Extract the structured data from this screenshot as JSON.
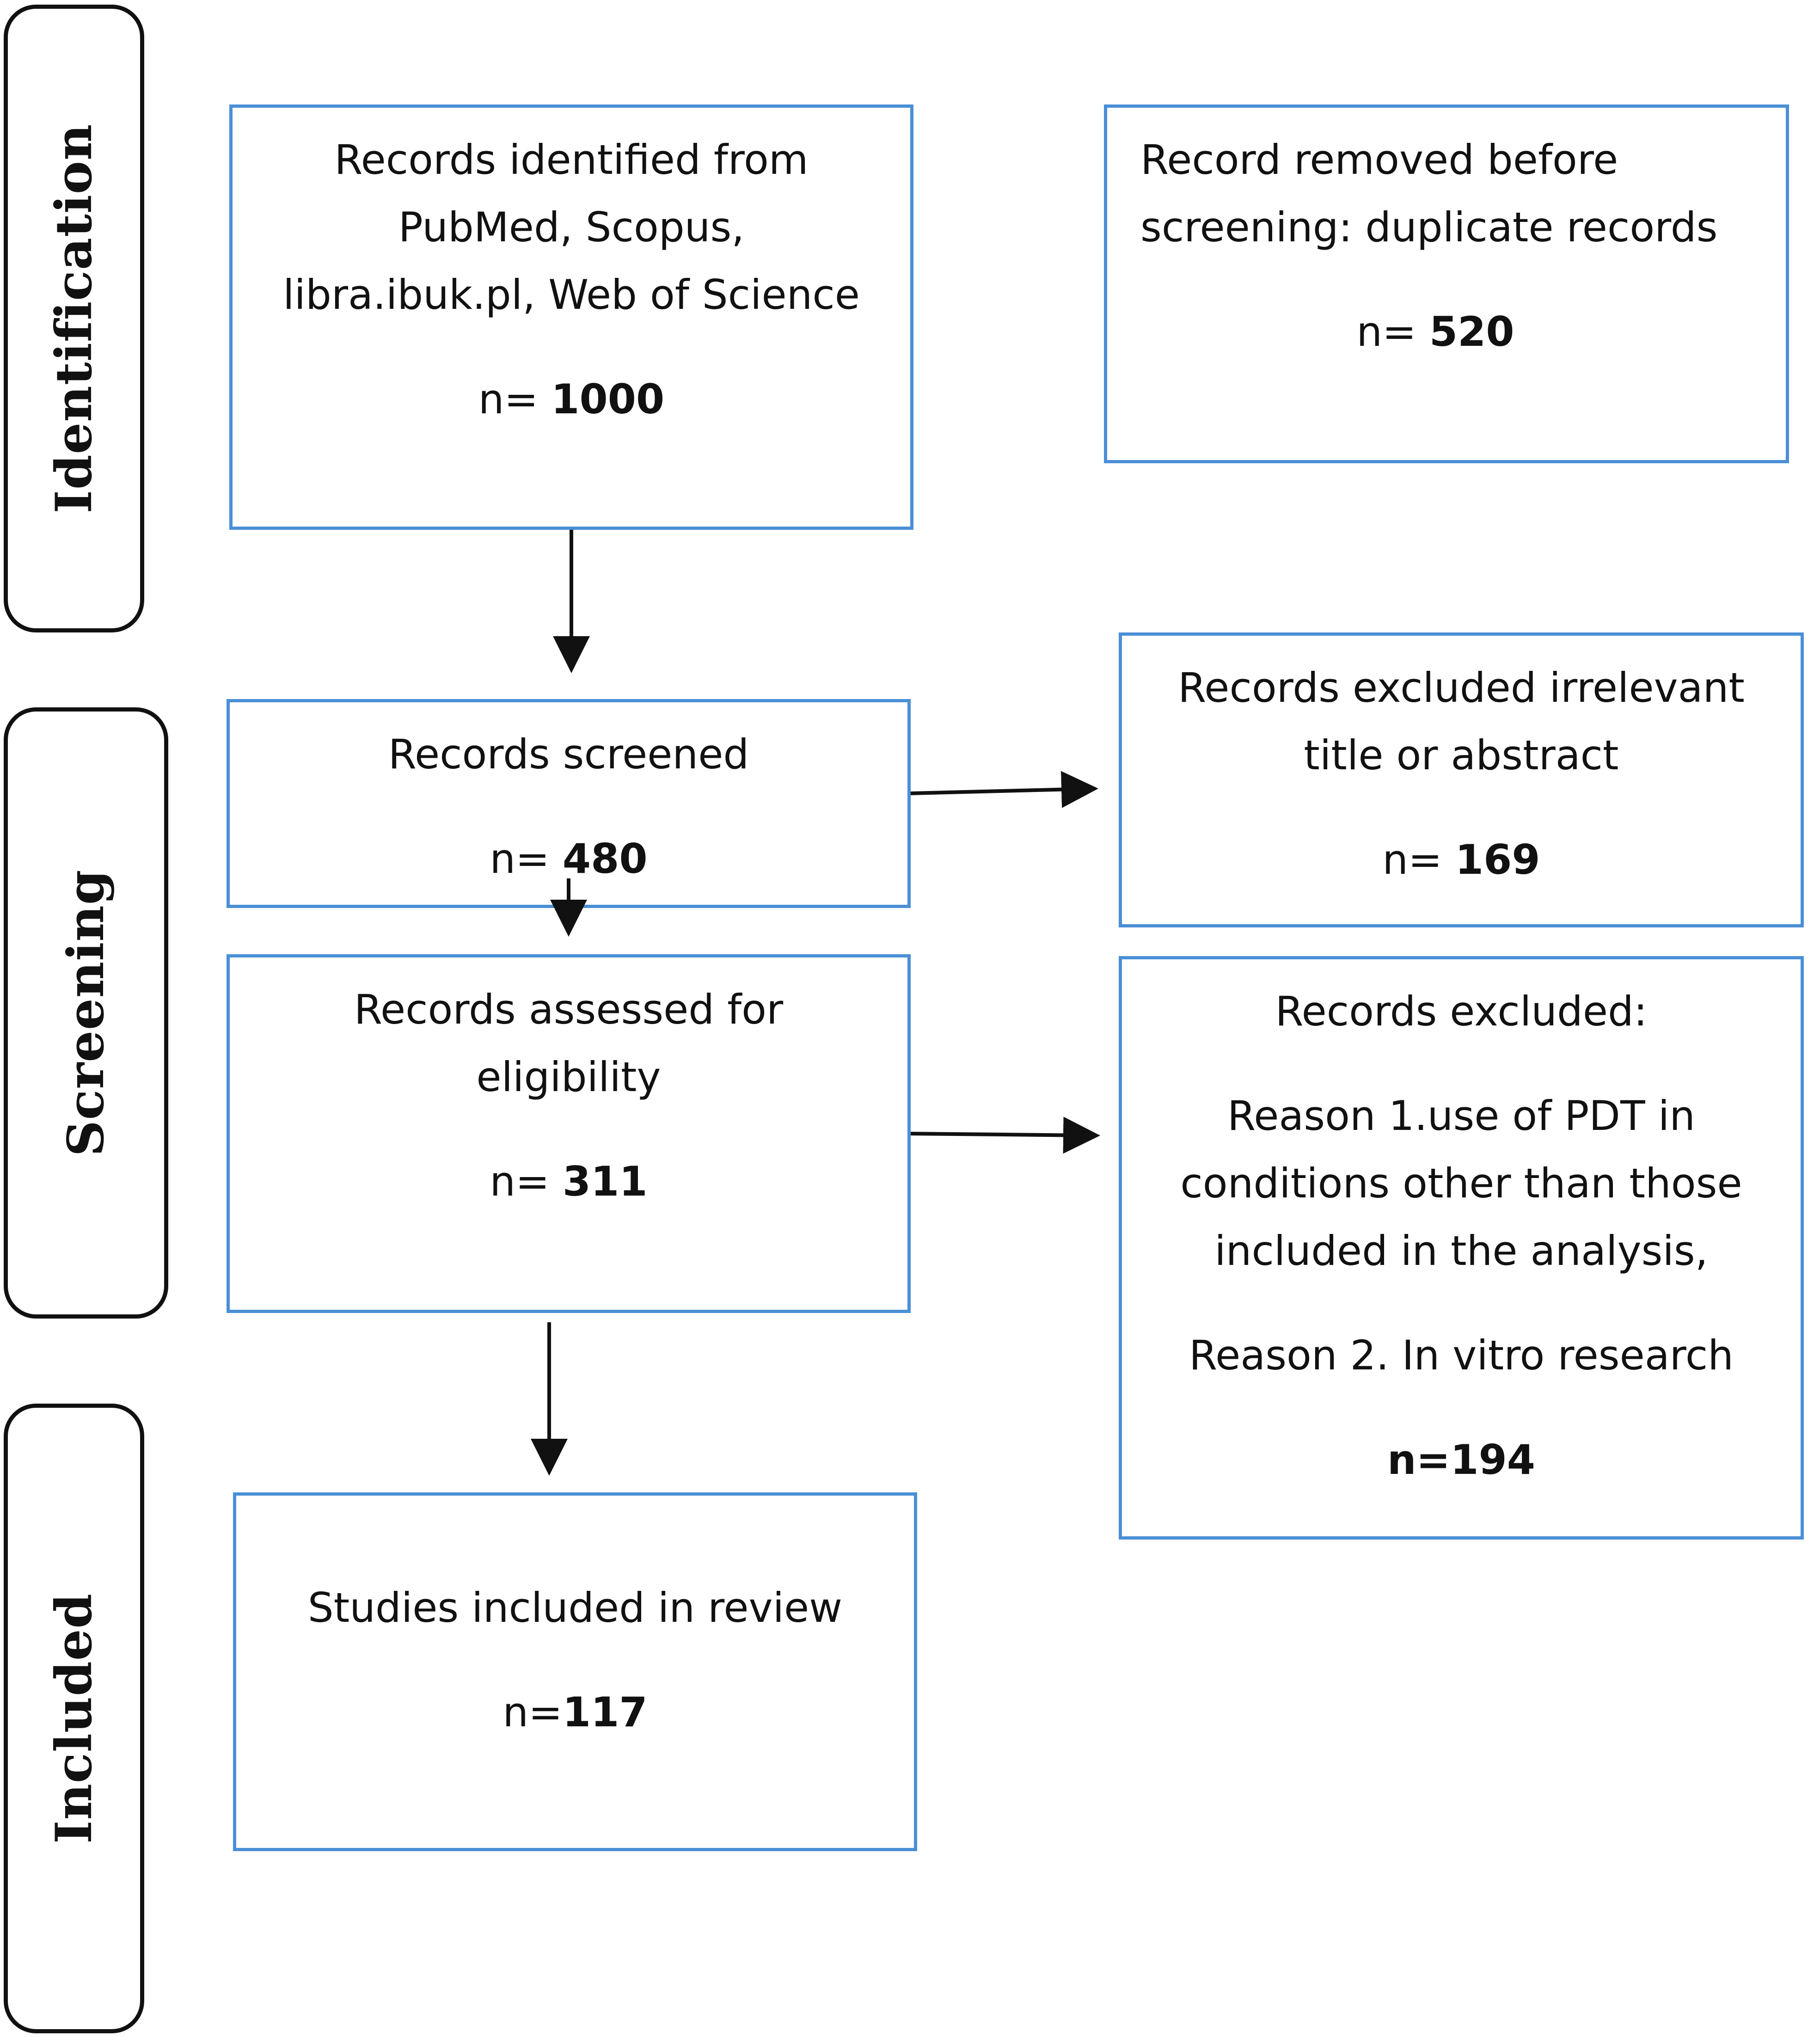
{
  "phases": {
    "identification": "Identification",
    "screening": "Screening",
    "included": "Included"
  },
  "boxes": {
    "identified": {
      "lines": [
        "Records identified from",
        "PubMed, Scopus,",
        "libra.ibuk.pl, Web of Science"
      ],
      "count_prefix": "n= ",
      "count_value": "1000"
    },
    "removed": {
      "lines": [
        "Record removed before",
        "screening: duplicate records"
      ],
      "count_prefix": "n= ",
      "count_value": "520"
    },
    "screened": {
      "lines": [
        "Records screened"
      ],
      "count_prefix": "n= ",
      "count_value": "480"
    },
    "excluded_title": {
      "lines": [
        "Records excluded irrelevant",
        "title or abstract"
      ],
      "count_prefix": "n= ",
      "count_value": "169"
    },
    "assessed": {
      "lines": [
        "Records assessed for",
        "eligibility"
      ],
      "count_prefix": "n= ",
      "count_value": "311"
    },
    "excluded_reasons": {
      "heading": "Records excluded:",
      "reason1": [
        "Reason 1.use of PDT in",
        "conditions other than those",
        "included in the analysis,"
      ],
      "reason2": "Reason 2. In vitro research",
      "count_prefix": "n=",
      "count_value": "194"
    },
    "included": {
      "lines": [
        "Studies included in review"
      ],
      "count_prefix": "n=",
      "count_value": "117"
    }
  },
  "colors": {
    "box_border": "#4a8fd6",
    "phase_border": "#111111",
    "arrow": "#111111"
  }
}
